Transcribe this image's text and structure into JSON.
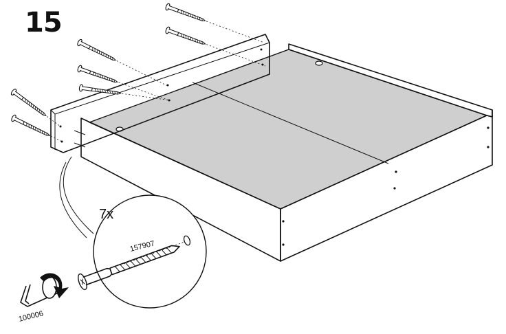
{
  "step": {
    "number": "15"
  },
  "callout": {
    "quantity": "7x",
    "screw_part_number": "157907"
  },
  "tool": {
    "part_number": "100006"
  },
  "icons": {
    "bolt": "bolt-icon",
    "allen_key": "allen-key-icon",
    "rotation_arrow": "rotation-arrow-icon"
  },
  "colors": {
    "line": "#111111",
    "panel_fill": "#cfcfcf",
    "background": "#ffffff"
  }
}
